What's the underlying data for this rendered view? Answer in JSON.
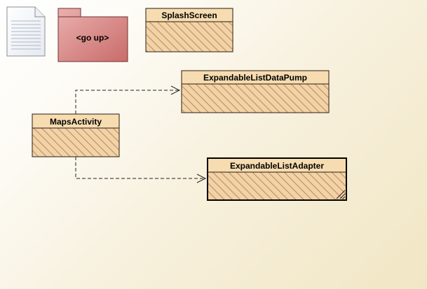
{
  "diagram": {
    "document_icon": "document-icon",
    "folder": {
      "label": "<go up>",
      "icon": "folder-icon",
      "color": "#d98080"
    },
    "classes": {
      "splash_screen": "SplashScreen",
      "data_pump": "ExpandableListDataPump",
      "maps_activity": "MapsActivity",
      "list_adapter": "ExpandableListAdapter"
    },
    "dependencies": [
      {
        "from": "MapsActivity",
        "to": "ExpandableListDataPump"
      },
      {
        "from": "MapsActivity",
        "to": "ExpandableListAdapter"
      }
    ],
    "colors": {
      "class_fill": "#f6dcb0",
      "hatch": "#c9a37a",
      "border": "#2b1d10"
    }
  }
}
